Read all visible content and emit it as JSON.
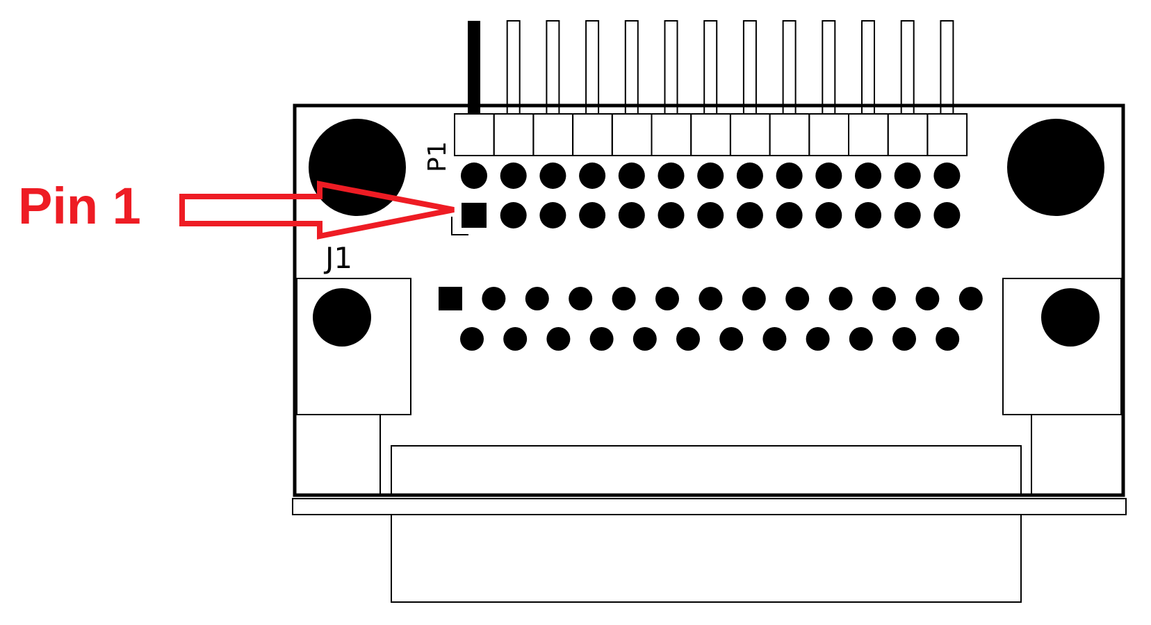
{
  "callout": {
    "label": "Pin 1",
    "color": "#ee1c24"
  },
  "designators": {
    "header": "P1",
    "connector": "J1"
  },
  "header": {
    "pins_per_row": 13,
    "rows": 2,
    "pin1_shape": "square-pad"
  },
  "connector": {
    "top_row_pins": 13,
    "bottom_row_pins": 12,
    "pin1_shape": "square-pad"
  },
  "colors": {
    "ink": "#000000",
    "background": "#ffffff",
    "callout": "#ee1c24"
  }
}
